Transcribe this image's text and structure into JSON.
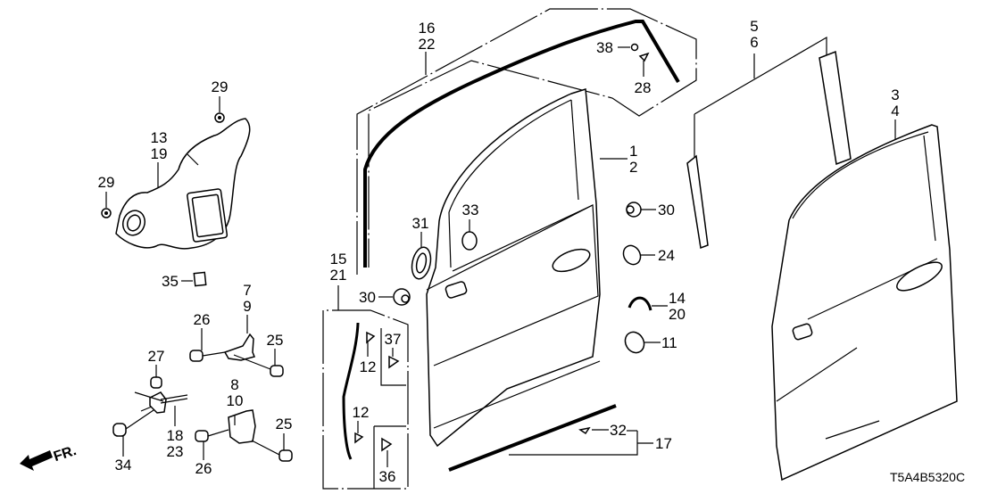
{
  "diagram": {
    "code": "T5A4B5320C",
    "direction_marker": "FR.",
    "callouts": {
      "c1": "1",
      "c2": "2",
      "c3": "3",
      "c4": "4",
      "c5": "5",
      "c6": "6",
      "c7": "7",
      "c9": "9",
      "c8": "8",
      "c10": "10",
      "c11": "11",
      "c12a": "12",
      "c12b": "12",
      "c13": "13",
      "c19": "19",
      "c14": "14",
      "c20": "20",
      "c15": "15",
      "c21": "21",
      "c16": "16",
      "c22": "22",
      "c17": "17",
      "c18": "18",
      "c23": "23",
      "c24": "24",
      "c25a": "25",
      "c25b": "25",
      "c26a": "26",
      "c26b": "26",
      "c27": "27",
      "c28": "28",
      "c29a": "29",
      "c29b": "29",
      "c30a": "30",
      "c30b": "30",
      "c31": "31",
      "c32": "32",
      "c33": "33",
      "c34": "34",
      "c35": "35",
      "c36": "36",
      "c37": "37",
      "c38": "38"
    },
    "parts": [
      {
        "ref": "1 / 2",
        "name": "front-door-panel"
      },
      {
        "ref": "3 / 4",
        "name": "rear-door-panel"
      },
      {
        "ref": "5 / 6",
        "name": "pillar-garnish"
      },
      {
        "ref": "7 / 9",
        "name": "upper-hinge"
      },
      {
        "ref": "8 / 10",
        "name": "lower-hinge"
      },
      {
        "ref": "11",
        "name": "door-bumper"
      },
      {
        "ref": "12",
        "name": "clip"
      },
      {
        "ref": "13 / 19",
        "name": "hole-seal-cover"
      },
      {
        "ref": "14 / 20",
        "name": "stopper-clip"
      },
      {
        "ref": "15 / 21",
        "name": "weatherstrip-set"
      },
      {
        "ref": "16 / 22",
        "name": "door-weatherstrip"
      },
      {
        "ref": "17",
        "name": "lower-molding"
      },
      {
        "ref": "18 / 23",
        "name": "door-checker"
      },
      {
        "ref": "24",
        "name": "bumper"
      },
      {
        "ref": "25",
        "name": "bolt"
      },
      {
        "ref": "26",
        "name": "bolt"
      },
      {
        "ref": "27",
        "name": "bolt"
      },
      {
        "ref": "28",
        "name": "clip"
      },
      {
        "ref": "29",
        "name": "nut"
      },
      {
        "ref": "30",
        "name": "grommet"
      },
      {
        "ref": "31",
        "name": "grommet"
      },
      {
        "ref": "32",
        "name": "clip"
      },
      {
        "ref": "33",
        "name": "seal"
      },
      {
        "ref": "34",
        "name": "bolt"
      },
      {
        "ref": "35",
        "name": "tape"
      },
      {
        "ref": "36",
        "name": "clip"
      },
      {
        "ref": "37",
        "name": "clip"
      },
      {
        "ref": "38",
        "name": "nut"
      }
    ]
  }
}
